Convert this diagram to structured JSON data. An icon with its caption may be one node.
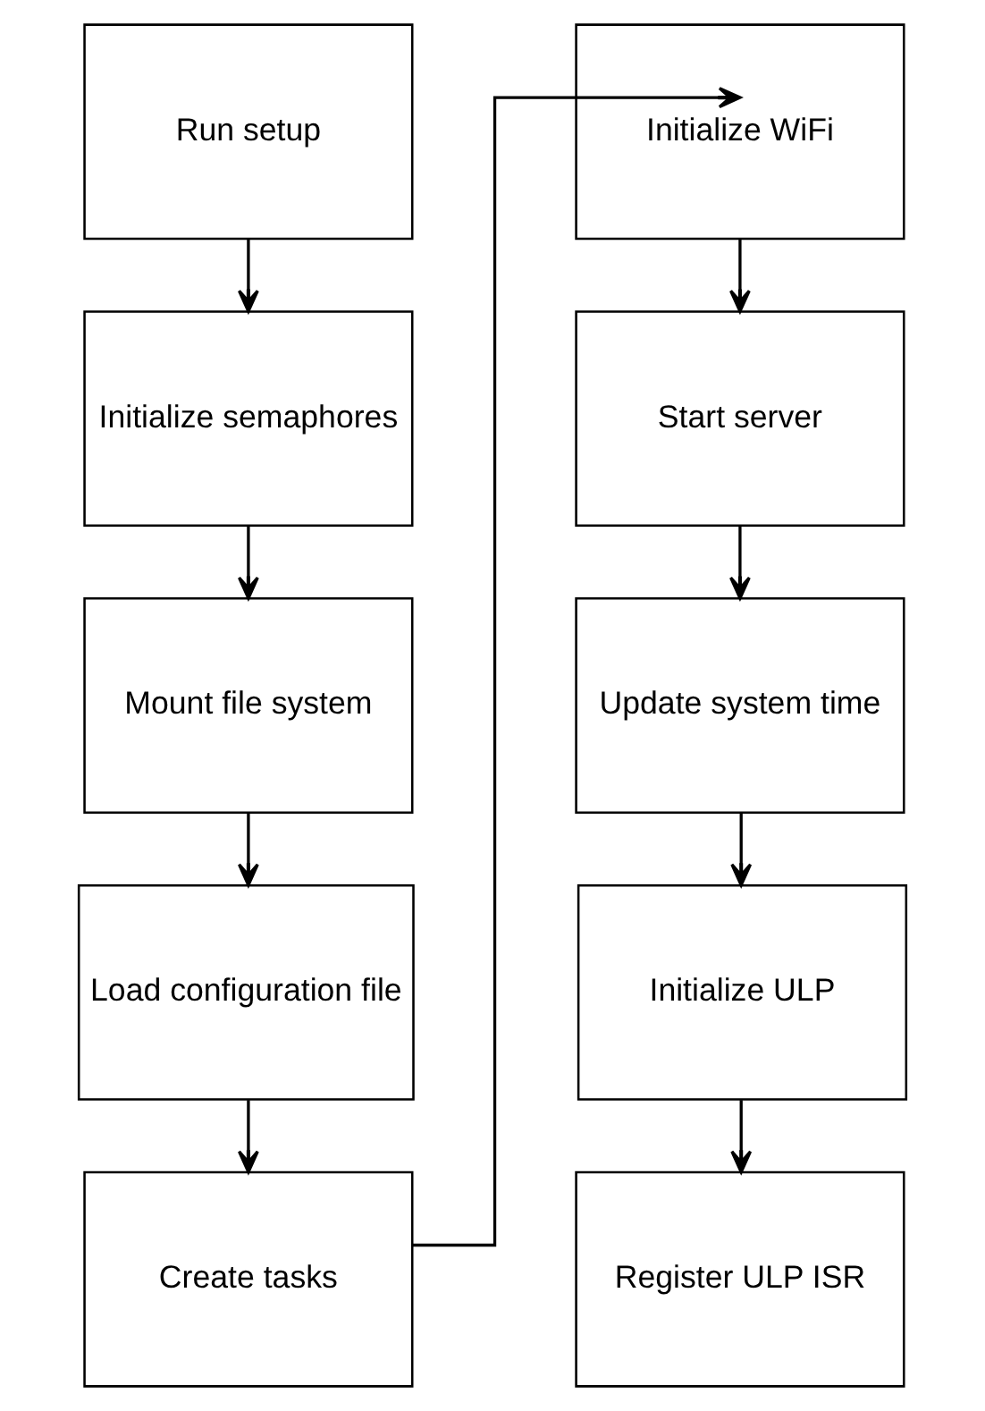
{
  "diagram": {
    "nodes": [
      {
        "text": [
          "Run setup"
        ]
      },
      {
        "text": [
          "Initialize semaphores"
        ]
      },
      {
        "text": [
          "Mount file system"
        ]
      },
      {
        "text": [
          "Load configuration file"
        ]
      },
      {
        "text": [
          "Create tasks"
        ]
      },
      {
        "text": [
          "Initialize WiFi"
        ]
      },
      {
        "text": [
          "Start server"
        ]
      },
      {
        "text": [
          "Update system time"
        ]
      },
      {
        "text": [
          "Initialize ULP"
        ]
      },
      {
        "text": [
          "Register ULP ISR"
        ]
      }
    ],
    "edges": [
      {
        "from": 0,
        "to": 1,
        "arrow": "to"
      },
      {
        "from": 1,
        "to": 2,
        "arrow": "to"
      },
      {
        "from": 2,
        "to": 3,
        "arrow": "to"
      },
      {
        "from": 3,
        "to": 4,
        "arrow": "to"
      },
      {
        "from": 4,
        "to": 5,
        "arrow": "to"
      },
      {
        "from": 5,
        "to": 6,
        "arrow": "to"
      },
      {
        "from": 6,
        "to": 7,
        "arrow": "to"
      },
      {
        "from": 7,
        "to": 8,
        "arrow": "to"
      },
      {
        "from": 8,
        "to": 9,
        "arrow": "to"
      }
    ]
  }
}
